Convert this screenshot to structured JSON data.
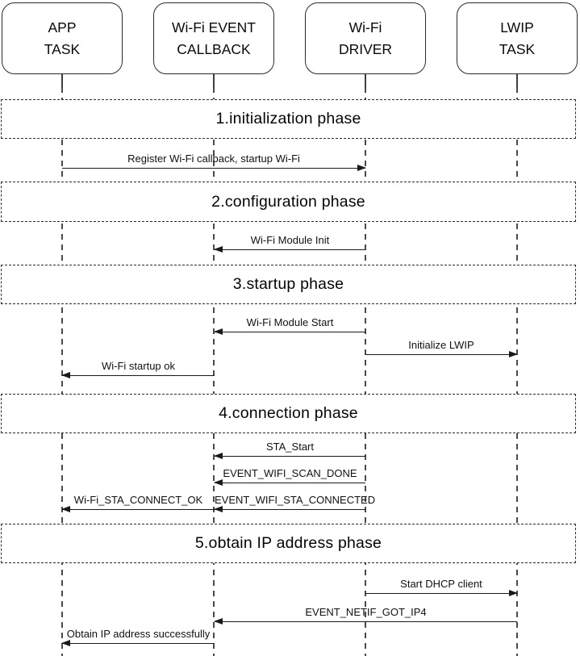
{
  "actors": {
    "app_task": {
      "line1": "APP",
      "line2": "TASK"
    },
    "wifi_event_callback": {
      "line1": "Wi-Fi EVENT",
      "line2": "CALLBACK"
    },
    "wifi_driver": {
      "line1": "Wi-Fi",
      "line2": "DRIVER"
    },
    "lwip_task": {
      "line1": "LWIP",
      "line2": "TASK"
    }
  },
  "phases": {
    "p1": "1.initialization phase",
    "p2": "2.configuration phase",
    "p3": "3.startup phase",
    "p4": "4.connection phase",
    "p5": "5.obtain IP address phase"
  },
  "messages": {
    "register_wifi": "Register Wi-Fi callback, startup Wi-Fi",
    "module_init": "Wi-Fi Module Init",
    "module_start": "Wi-Fi Module Start",
    "init_lwip": "Initialize LWIP",
    "startup_ok": "Wi-Fi startup ok",
    "sta_start": "STA_Start",
    "scan_done": "EVENT_WIFI_SCAN_DONE",
    "connect_ok": "Wi-Fi_STA_CONNECT_OK",
    "sta_connected": "EVENT_WIFI_STA_CONNECTED",
    "dhcp_client": "Start DHCP client",
    "got_ip4": "EVENT_NETIF_GOT_IP4",
    "obtain_ip": "Obtain IP address successfully"
  },
  "colors": {
    "line": "#1a1a1a",
    "lifeline": "#4a4a4a",
    "background": "#ffffff"
  }
}
